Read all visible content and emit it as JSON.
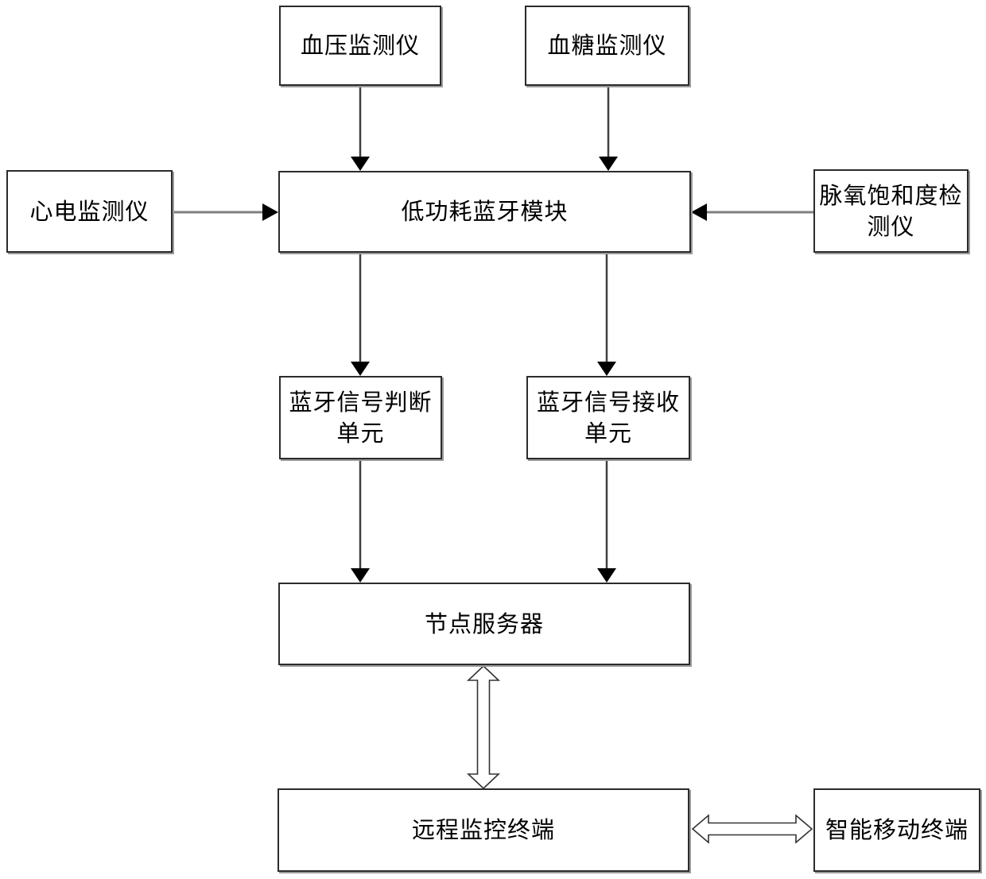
{
  "diagram": {
    "nodes": {
      "blood_pressure_monitor": "血压监测仪",
      "blood_glucose_monitor": "血糖监测仪",
      "ecg_monitor": "心电监测仪",
      "ble_module": "低功耗蓝牙模块",
      "pulse_oximetry_detector": "脉氧饱和度检测仪",
      "bt_signal_judgment_unit": "蓝牙信号判断单元",
      "bt_signal_receiving_unit": "蓝牙信号接收单元",
      "node_server": "节点服务器",
      "remote_monitoring_terminal": "远程监控终端",
      "smart_mobile_terminal": "智能移动终端"
    },
    "edges": [
      {
        "from": "血压监测仪",
        "to": "低功耗蓝牙模块",
        "type": "arrow"
      },
      {
        "from": "血糖监测仪",
        "to": "低功耗蓝牙模块",
        "type": "arrow"
      },
      {
        "from": "心电监测仪",
        "to": "低功耗蓝牙模块",
        "type": "arrow"
      },
      {
        "from": "脉氧饱和度检测仪",
        "to": "低功耗蓝牙模块",
        "type": "arrow"
      },
      {
        "from": "低功耗蓝牙模块",
        "to": "蓝牙信号判断单元",
        "type": "arrow"
      },
      {
        "from": "低功耗蓝牙模块",
        "to": "蓝牙信号接收单元",
        "type": "arrow"
      },
      {
        "from": "蓝牙信号判断单元",
        "to": "节点服务器",
        "type": "arrow"
      },
      {
        "from": "蓝牙信号接收单元",
        "to": "节点服务器",
        "type": "arrow"
      },
      {
        "from": "节点服务器",
        "to": "远程监控终端",
        "type": "hollow-double-arrow"
      },
      {
        "from": "远程监控终端",
        "to": "智能移动终端",
        "type": "hollow-double-arrow"
      }
    ],
    "colors": {
      "background": "#ffffff",
      "box_border": "#2b2b2b",
      "text": "#000000",
      "connector_gray": "#7f7f7f",
      "connector_dark": "#404040",
      "arrowhead": "#000000"
    }
  }
}
